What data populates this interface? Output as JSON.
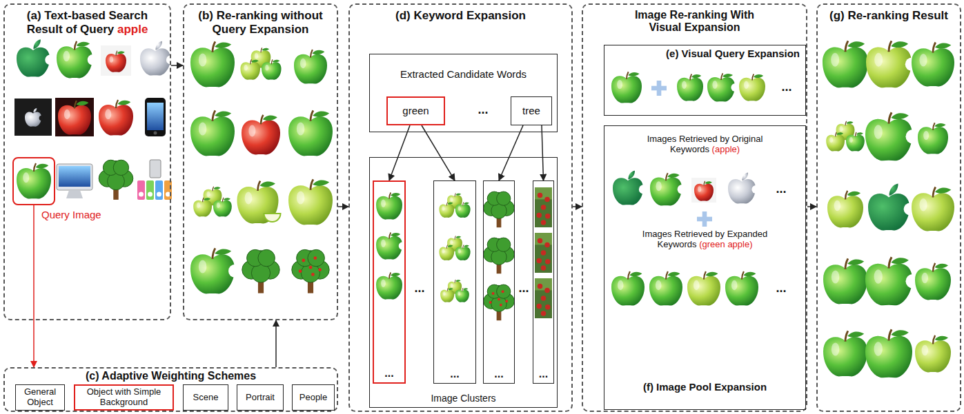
{
  "diagram": {
    "nodes": [
      {
        "text": [
          "(a) Text-based Search Result of Query apple"
        ]
      },
      {
        "text": [
          "Query Image"
        ],
        "in": 0
      },
      {
        "text": [
          "(b) Re-ranking without Query Expansion"
        ]
      },
      {
        "text": [
          "(c) Adaptive Weighting Schemes"
        ]
      },
      {
        "text": [
          "General Object"
        ],
        "in": 3
      },
      {
        "text": [
          "Object with Simple Background"
        ],
        "in": 3
      },
      {
        "text": [
          "Scene"
        ],
        "in": 3
      },
      {
        "text": [
          "Portrait"
        ],
        "in": 3
      },
      {
        "text": [
          "People"
        ],
        "in": 3
      },
      {
        "text": [
          "(d) Keyword Expansion"
        ]
      },
      {
        "text": [
          "Extracted Candidate Words"
        ],
        "in": 9
      },
      {
        "text": [
          "green"
        ],
        "in": 10
      },
      {
        "text": [
          "tree"
        ],
        "in": 10
      },
      {
        "text": [
          "Image Clusters"
        ],
        "in": 9
      },
      {
        "text": [
          "..."
        ],
        "in": 13
      },
      {
        "text": [
          "..."
        ],
        "in": 13
      },
      {
        "text": [
          "..."
        ],
        "in": 13
      },
      {
        "text": [
          "..."
        ],
        "in": 13
      },
      {
        "text": [
          "Image Re-ranking With Visual Expansion"
        ]
      },
      {
        "text": [
          "(e) Visual Query Expansion"
        ],
        "in": 18
      },
      {
        "text": [
          "Images Retrieved by Original Keywords (apple)",
          "Images Retrieved by Expanded Keywords (green apple)",
          "(f) Image Pool Expansion"
        ],
        "in": 18
      },
      {
        "text": [
          "(g) Re-ranking Result"
        ]
      }
    ],
    "edges": [
      {
        "from": 0,
        "to": 2,
        "arrow": "to"
      },
      {
        "from": 1,
        "to": 3,
        "arrow": "to"
      },
      {
        "from": 3,
        "to": 2,
        "arrow": "to"
      },
      {
        "from": 2,
        "to": 9,
        "arrow": "to"
      },
      {
        "from": 11,
        "to": 14,
        "arrow": "to"
      },
      {
        "from": 11,
        "to": 15,
        "arrow": "to"
      },
      {
        "from": 12,
        "to": 16,
        "arrow": "to"
      },
      {
        "from": 12,
        "to": 17,
        "arrow": "to"
      },
      {
        "from": 9,
        "to": 18,
        "arrow": "to"
      },
      {
        "from": 18,
        "to": 21,
        "arrow": "to"
      }
    ],
    "labels": [
      "...",
      "...",
      "...",
      "...",
      "...",
      "..."
    ]
  }
}
